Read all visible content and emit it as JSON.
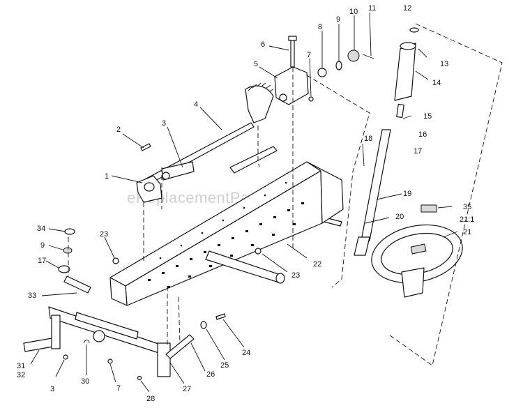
{
  "watermark": "eReplacementParts.com",
  "callouts": [
    {
      "id": "c1",
      "label": "1"
    },
    {
      "id": "c2",
      "label": "2"
    },
    {
      "id": "c3a",
      "label": "3"
    },
    {
      "id": "c3b",
      "label": "3"
    },
    {
      "id": "c4",
      "label": "4"
    },
    {
      "id": "c5",
      "label": "5"
    },
    {
      "id": "c6",
      "label": "6"
    },
    {
      "id": "c7a",
      "label": "7"
    },
    {
      "id": "c7b",
      "label": "7"
    },
    {
      "id": "c8",
      "label": "8"
    },
    {
      "id": "c9a",
      "label": "9"
    },
    {
      "id": "c9b",
      "label": "9"
    },
    {
      "id": "c10",
      "label": "10"
    },
    {
      "id": "c11",
      "label": "11"
    },
    {
      "id": "c12",
      "label": "12"
    },
    {
      "id": "c13",
      "label": "13"
    },
    {
      "id": "c14",
      "label": "14"
    },
    {
      "id": "c15",
      "label": "15"
    },
    {
      "id": "c16",
      "label": "16"
    },
    {
      "id": "c17a",
      "label": "17"
    },
    {
      "id": "c17b",
      "label": "17"
    },
    {
      "id": "c18",
      "label": "18"
    },
    {
      "id": "c19",
      "label": "19"
    },
    {
      "id": "c20",
      "label": "20"
    },
    {
      "id": "c21a",
      "label": "21:1"
    },
    {
      "id": "c21b",
      "label": "21"
    },
    {
      "id": "c22",
      "label": "22"
    },
    {
      "id": "c23a",
      "label": "23"
    },
    {
      "id": "c23b",
      "label": "23"
    },
    {
      "id": "c24",
      "label": "24"
    },
    {
      "id": "c25",
      "label": "25"
    },
    {
      "id": "c26",
      "label": "26"
    },
    {
      "id": "c27",
      "label": "27"
    },
    {
      "id": "c28",
      "label": "28"
    },
    {
      "id": "c30",
      "label": "30"
    },
    {
      "id": "c31",
      "label": "31"
    },
    {
      "id": "c32",
      "label": "32"
    },
    {
      "id": "c33",
      "label": "33"
    },
    {
      "id": "c34",
      "label": "34"
    },
    {
      "id": "c35",
      "label": "35"
    }
  ]
}
